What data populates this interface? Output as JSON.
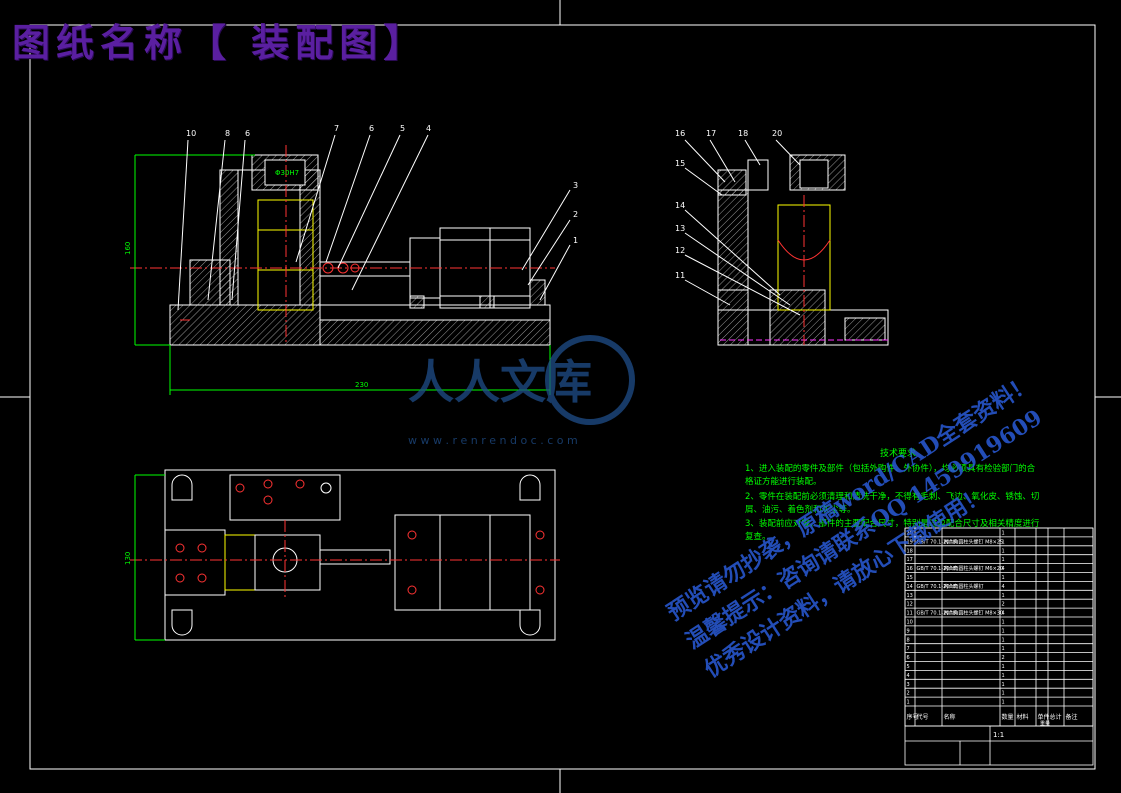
{
  "header": {
    "title": "图纸名称【 装配图】"
  },
  "watermark": {
    "logo_text": "人人文库",
    "site": "w w w . r e n r e n d o c . c o m",
    "line1": "预览请勿抄袭，原稿word/CAD全套资料！",
    "line2": "温馨提示：咨询请联系QQ 1459919609",
    "line3": "优秀设计资料，请放心下载使用！"
  },
  "front_view": {
    "callouts": [
      "10",
      "8",
      "6",
      "7",
      "6",
      "5",
      "4",
      "3",
      "2",
      "1"
    ],
    "dim_height": "160",
    "dim_width": "230",
    "bore_label": "Φ30H7"
  },
  "side_view": {
    "callouts": [
      "16",
      "17",
      "18",
      "20",
      "15",
      "14",
      "13",
      "12",
      "11"
    ]
  },
  "top_view": {
    "dim_height": "130"
  },
  "tech": {
    "title": "技术要求",
    "lines": [
      "1、进入装配的零件及部件（包括外购件、外协件），均必须具有检验部门的合",
      "格证方能进行装配。",
      "2、零件在装配前必须清理和清洗干净，不得有毛刺、飞边、氧化皮、锈蚀、切",
      "屑、油污、着色剂和灰尘等。",
      "3、装配前应对零、部件的主要配合尺寸，特别是过盈配合尺寸及相关精度进行",
      "复查。"
    ]
  },
  "bom": {
    "rows": [
      [
        "20",
        "",
        "",
        "1",
        "",
        "",
        "",
        ""
      ],
      [
        "19",
        "GB/T 70.1-2008",
        "内六角圆柱头螺钉 M8×25",
        "1",
        "",
        "",
        "",
        ""
      ],
      [
        "18",
        "",
        "",
        "1",
        "",
        "",
        "",
        ""
      ],
      [
        "17",
        "",
        "",
        "1",
        "",
        "",
        "",
        ""
      ],
      [
        "16",
        "GB/T 70.1-2008",
        "内六角圆柱头螺钉 M6×20",
        "4",
        "",
        "",
        "",
        ""
      ],
      [
        "15",
        "",
        "",
        "1",
        "",
        "",
        "",
        ""
      ],
      [
        "14",
        "GB/T 70.1-2008",
        "内六角圆柱头螺钉",
        "4",
        "",
        "",
        "",
        ""
      ],
      [
        "13",
        "",
        "",
        "1",
        "",
        "",
        "",
        ""
      ],
      [
        "12",
        "",
        "",
        "2",
        "",
        "",
        "",
        ""
      ],
      [
        "11",
        "GB/T 70.1-2008",
        "内六角圆柱头螺钉 M8×30",
        "4",
        "",
        "",
        "",
        ""
      ],
      [
        "10",
        "",
        "",
        "1",
        "",
        "",
        "",
        ""
      ],
      [
        "9",
        "",
        "",
        "1",
        "",
        "",
        "",
        ""
      ],
      [
        "8",
        "",
        "",
        "1",
        "",
        "",
        "",
        ""
      ],
      [
        "7",
        "",
        "",
        "1",
        "",
        "",
        "",
        ""
      ],
      [
        "6",
        "",
        "",
        "2",
        "",
        "",
        "",
        ""
      ],
      [
        "5",
        "",
        "",
        "1",
        "",
        "",
        "",
        ""
      ],
      [
        "4",
        "",
        "",
        "1",
        "",
        "",
        "",
        ""
      ],
      [
        "3",
        "",
        "",
        "1",
        "",
        "",
        "",
        ""
      ],
      [
        "2",
        "",
        "",
        "1",
        "",
        "",
        "",
        ""
      ],
      [
        "1",
        "",
        "",
        "1",
        "",
        "",
        "",
        ""
      ]
    ],
    "header": [
      "序号",
      "代号",
      "名称",
      "数量",
      "材料",
      "单件",
      "总计",
      "备注"
    ],
    "header_sub": "重量",
    "scale": "1:1"
  }
}
